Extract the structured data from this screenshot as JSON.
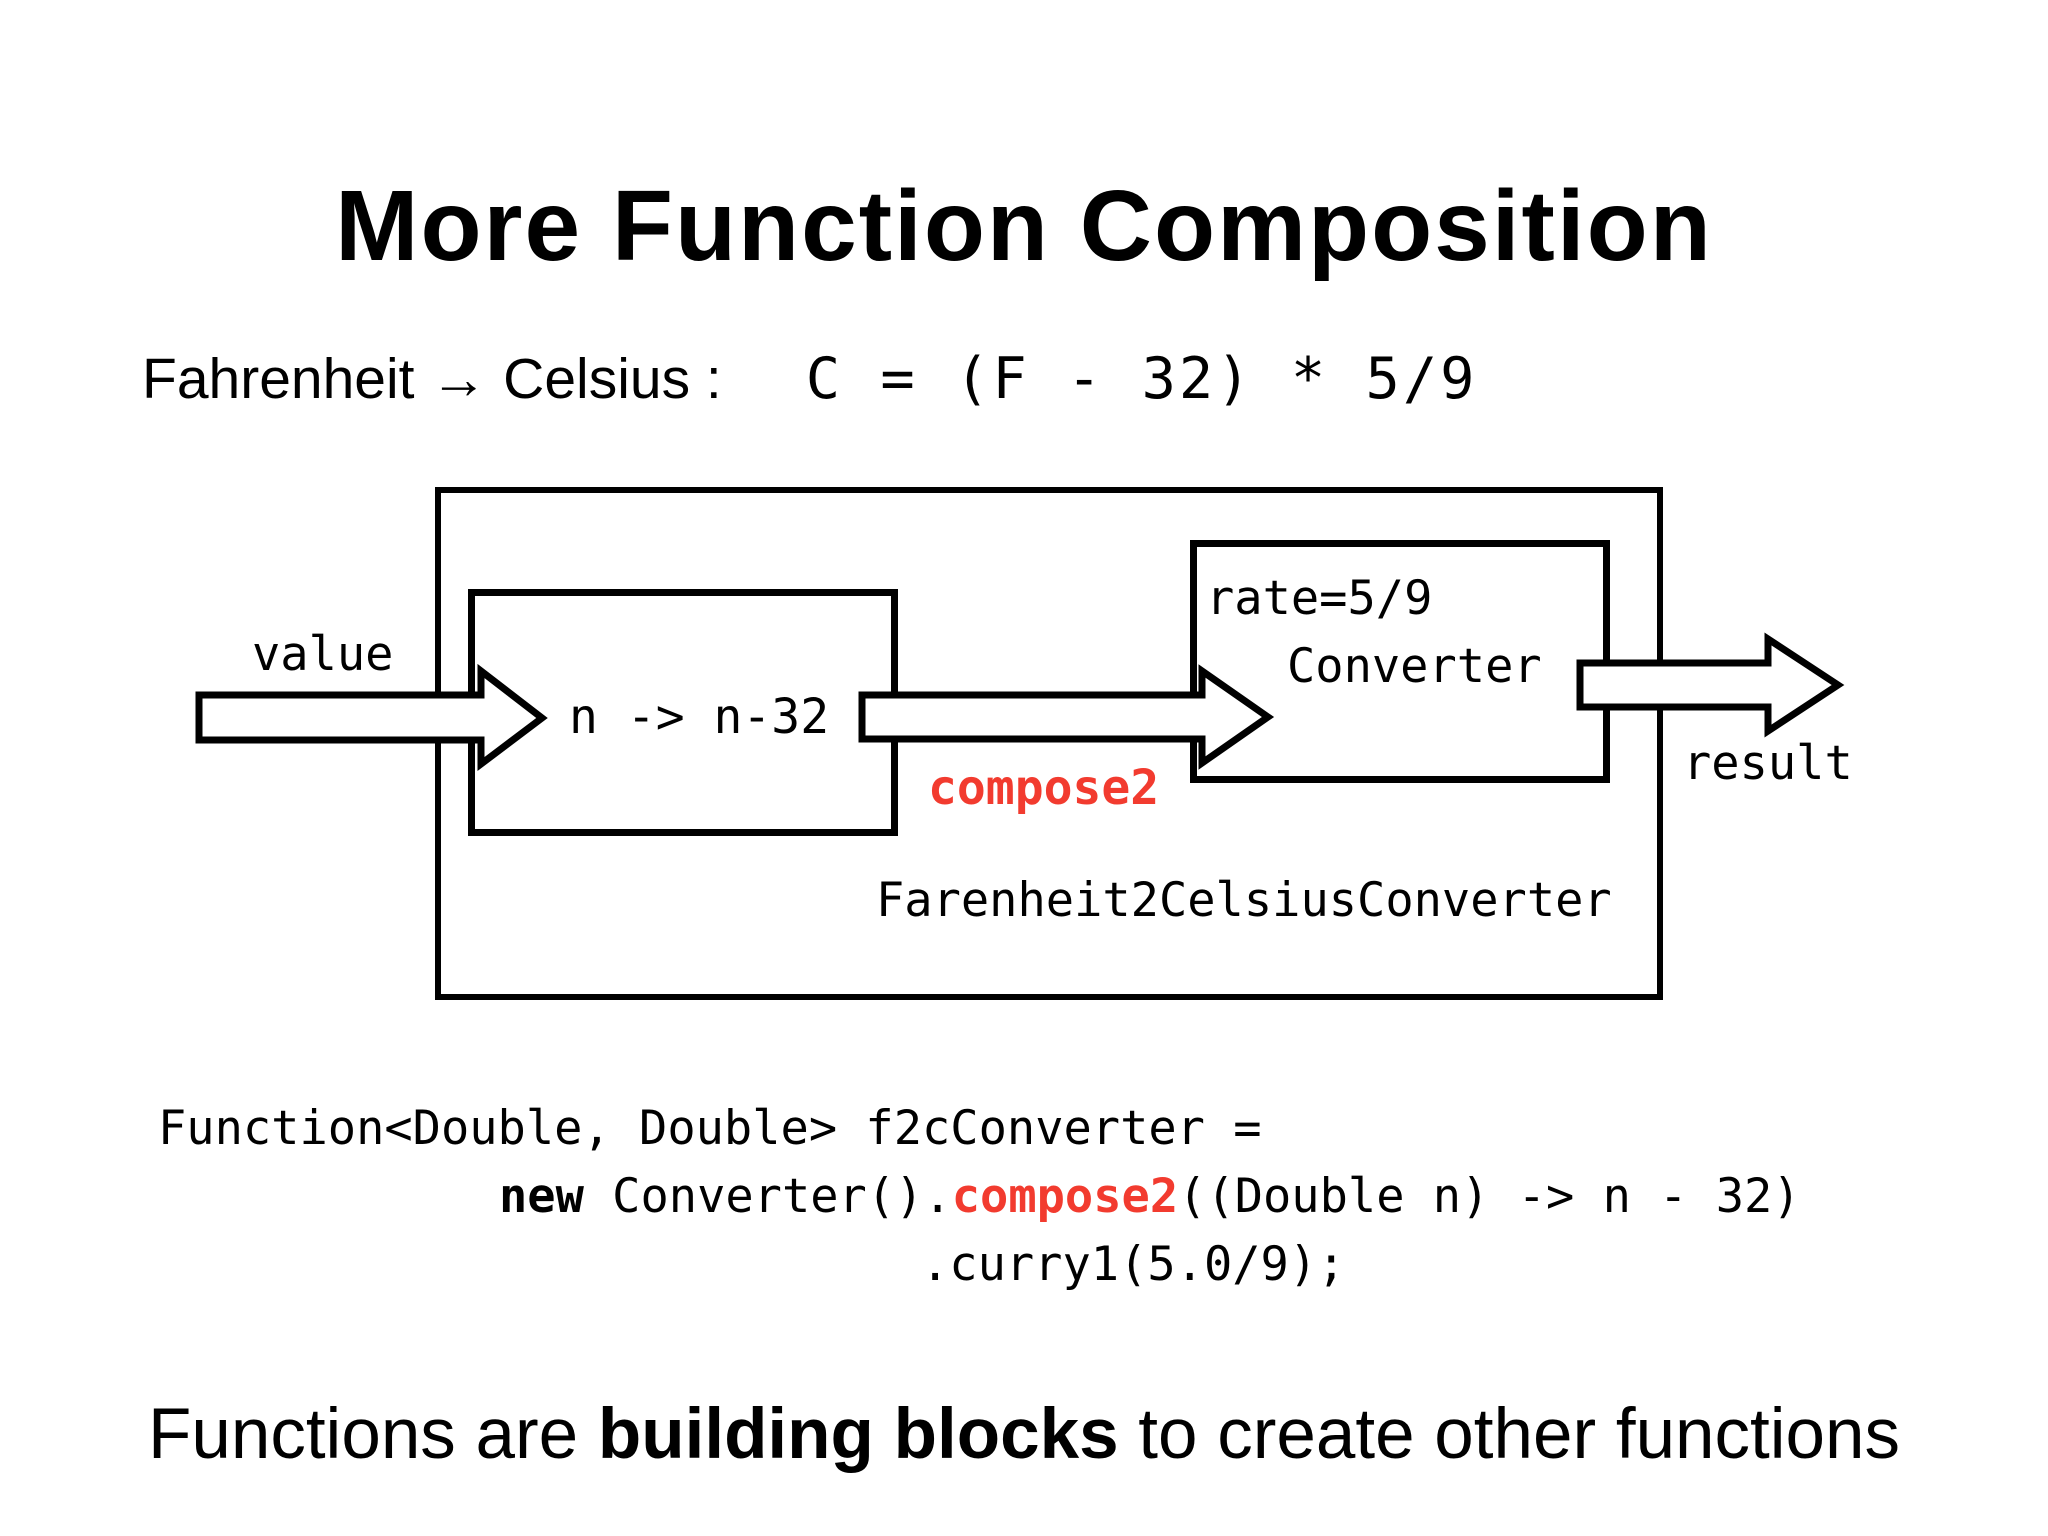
{
  "slide": {
    "title": "More Function Composition",
    "formula": {
      "lhs": "Fahrenheit → Celsius :",
      "rhs": "C = (F - 32) * 5/9"
    },
    "diagram": {
      "container_label": "Farenheit2CelsiusConverter",
      "input_arrow_label": "value",
      "function_box_label": "n -> n-32",
      "compose_arrow_label": "compose2",
      "converter_box": {
        "rate": "rate=5/9",
        "name": "Converter"
      },
      "output_arrow_label": "result"
    },
    "code": {
      "line1": "Function<Double, Double> f2cConverter =",
      "line2": {
        "keyword": "new",
        "object": " Converter().",
        "method": "compose2",
        "args": "((Double n) -> n - 32)"
      },
      "line3": ".curry1(5.0/9);"
    },
    "footer": {
      "pre": "Functions are ",
      "emphasis": "building blocks",
      "post": " to create other functions"
    },
    "colors": {
      "accent_red": "#f23b2f",
      "ink": "#000000",
      "background": "#ffffff"
    }
  }
}
